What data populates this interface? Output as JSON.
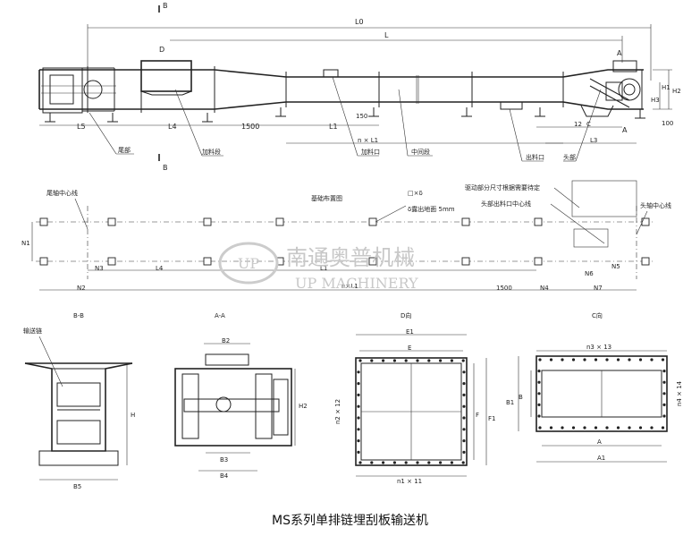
{
  "caption": "MS系列单排链埋刮板输送机",
  "watermark": {
    "cn": "南通奥普机械",
    "en": "UP MACHINERY",
    "logo": "UP"
  },
  "elevation": {
    "section_b": "B",
    "section_a": "A",
    "view_d": "D",
    "dims": {
      "L0": "L0",
      "L": "L",
      "L5": "L5",
      "L4": "L4",
      "d1500": "1500",
      "L1": "L1",
      "d150": "150",
      "nL1": "n × L1",
      "L2": "12",
      "C": "C",
      "L3": "L3",
      "H1": "H1",
      "H2": "H2",
      "H3": "H3",
      "d100": "100"
    },
    "parts": {
      "tail": "尾部",
      "feed_section": "加料段",
      "feed_inlet": "加料口",
      "middle_section": "中间段",
      "outlet": "出料口",
      "head": "头部"
    }
  },
  "foundation": {
    "title": "基础布置图",
    "tail_axis": "尾轴中心线",
    "head_axis": "头轴中心线",
    "drive_note": "驱动部分尺寸根据需要待定",
    "outlet_center": "头部出料口中心线",
    "bolt": "□×δ",
    "grout": "δ露出地面 5mm",
    "dims": {
      "N1": "N1",
      "N3": "N3",
      "L4": "L4",
      "L1": "L1",
      "N2": "N2",
      "nL1": "n×L1",
      "d1500": "1500",
      "N4": "N4",
      "N5": "N5",
      "N6": "N6",
      "N7": "N7"
    }
  },
  "section_bb": {
    "title": "B-B",
    "chain": "输送链",
    "H": "H",
    "B5": "B5"
  },
  "section_aa": {
    "title": "A-A",
    "B2": "B2",
    "B3": "B3",
    "B4": "B4",
    "H2": "H2"
  },
  "view_d": {
    "title": "D向",
    "E1": "E1",
    "E": "E",
    "F": "F",
    "F1": "F1",
    "n2": "n2 × 12",
    "n1": "n1 × 11"
  },
  "view_c": {
    "title": "C向",
    "n3": "n3 × 13",
    "B": "B",
    "B1": "B1",
    "n4": "n4 × 14",
    "A": "A",
    "A1": "A1"
  }
}
